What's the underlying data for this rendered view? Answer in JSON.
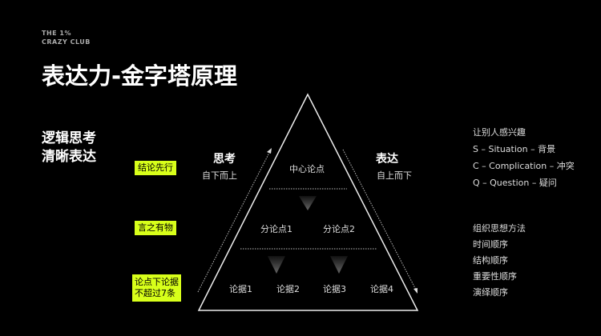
{
  "brand": {
    "line1": "THE 1%",
    "line2": "CRAZY CLUB"
  },
  "title": "表达力-金字塔原理",
  "subtitle": {
    "line1": "逻辑思考",
    "line2": "清晰表达"
  },
  "tags": {
    "conclusion": "结论先行",
    "substance": "言之有物",
    "limit_line1": "论点下论据",
    "limit_line2": "不超过7条"
  },
  "thinking": {
    "title": "思考",
    "direction": "自下而上"
  },
  "expression": {
    "title": "表达",
    "direction": "自上而下"
  },
  "pyramid": {
    "center": "中心论点",
    "sub_points": [
      "分论点1",
      "分论点2"
    ],
    "evidence": [
      "论据1",
      "论据2",
      "论据3",
      "论据4"
    ]
  },
  "right_top": {
    "heading": "让别人感兴趣",
    "items": [
      "S – Situation – 背景",
      "C – Complication – 冲突",
      "Q – Question – 疑问"
    ]
  },
  "right_bottom": {
    "heading": "组织思想方法",
    "items": [
      "时间顺序",
      "结构顺序",
      "重要性顺序",
      "演绎顺序"
    ]
  }
}
